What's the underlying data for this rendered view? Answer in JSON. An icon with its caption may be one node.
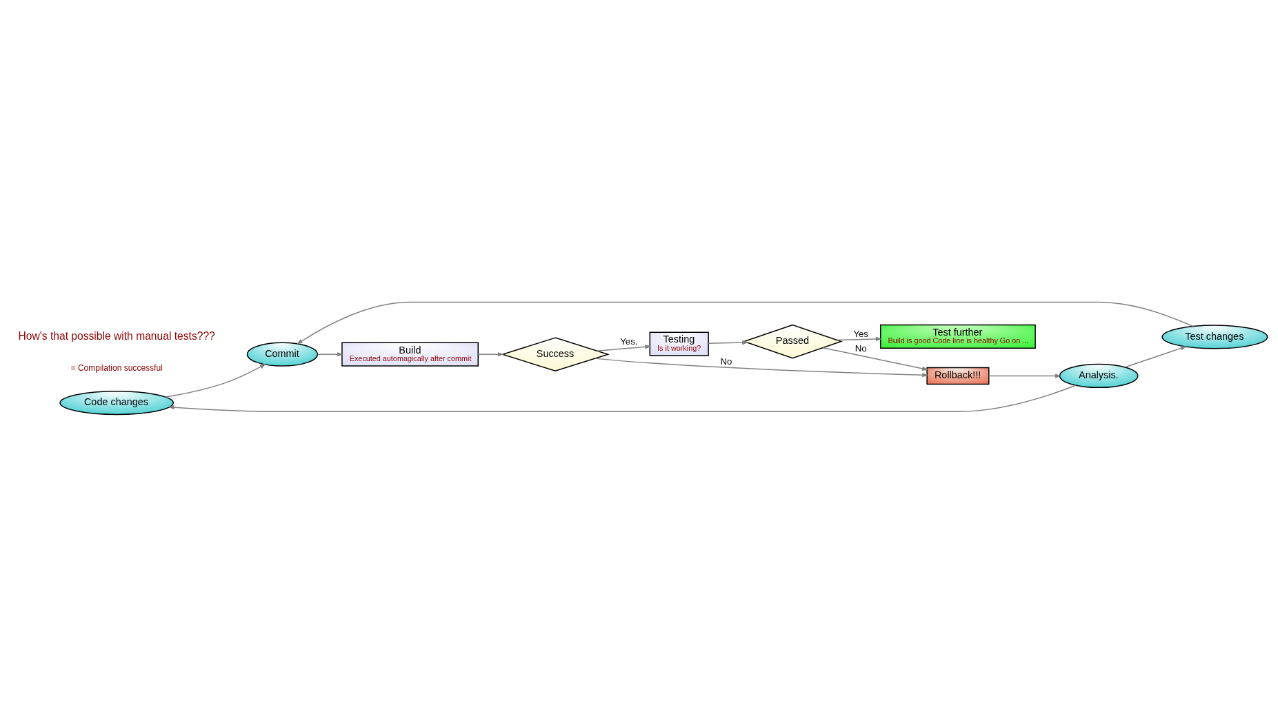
{
  "diagram": {
    "nodes": [
      {
        "text": [
          "Code changes"
        ]
      },
      {
        "text": [
          "Commit"
        ]
      },
      {
        "text": [
          "Test changes"
        ]
      },
      {
        "text": [
          "Analysis."
        ]
      },
      {
        "text": [
          "Build",
          "Executed automagically after commit"
        ]
      },
      {
        "text": [
          "Success"
        ]
      },
      {
        "text": [
          "Rollback!!!"
        ]
      },
      {
        "text": [
          "Testing",
          "Is it working?"
        ]
      },
      {
        "text": [
          "Passed"
        ]
      },
      {
        "text": [
          "Test further",
          "Build is good Code line is healthy Go on ..."
        ]
      }
    ],
    "edges": [
      {
        "from": 0,
        "to": 1,
        "arrow": "to"
      },
      {
        "from": 2,
        "to": 1,
        "arrow": "to"
      },
      {
        "from": 1,
        "to": 4,
        "arrow": "to"
      },
      {
        "from": 4,
        "to": 5,
        "arrow": "to"
      },
      {
        "from": 5,
        "to": 7,
        "arrow": "to",
        "label": "Yes."
      },
      {
        "from": 5,
        "to": 6,
        "arrow": "to",
        "label": "No"
      },
      {
        "from": 6,
        "to": 3,
        "arrow": "to"
      },
      {
        "from": 3,
        "to": 0,
        "arrow": "to"
      },
      {
        "from": 3,
        "to": 2,
        "arrow": "to"
      },
      {
        "from": 7,
        "to": 8,
        "arrow": "to"
      },
      {
        "from": 8,
        "to": 6,
        "arrow": "to",
        "label": "No"
      },
      {
        "from": 8,
        "to": 9,
        "arrow": "to",
        "label": "Yes"
      }
    ],
    "labels": [
      "= Compilation successful",
      "How's that possible with manual tests???"
    ]
  }
}
